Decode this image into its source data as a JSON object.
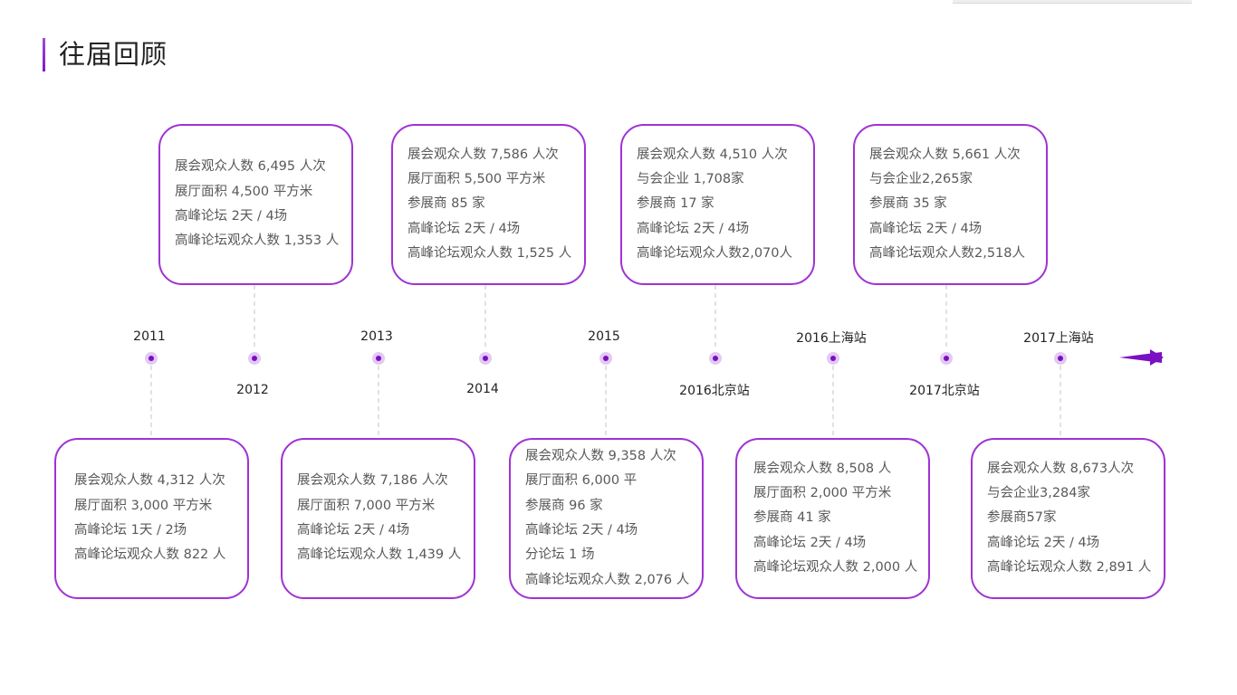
{
  "page": {
    "title": "往届回顾"
  },
  "timeline": {
    "accent": "#8a1fc8",
    "years_top": [
      "2011",
      "2013",
      "2015",
      "2016上海站",
      "2017上海站"
    ],
    "years_bottom": [
      "2012",
      "2014",
      "2016北京站",
      "2017北京站"
    ]
  },
  "cards": [
    {
      "lines": [
        "展会观众人数 4,312 人次",
        "展厅面积 3,000 平方米",
        "高峰论坛 1天 / 2场",
        "高峰论坛观众人数 822 人"
      ]
    },
    {
      "lines": [
        "展会观众人数 6,495 人次",
        "展厅面积 4,500 平方米",
        "高峰论坛 2天 / 4场",
        "高峰论坛观众人数 1,353 人"
      ]
    },
    {
      "lines": [
        "展会观众人数 7,186 人次",
        "展厅面积 7,000 平方米",
        "高峰论坛 2天 / 4场",
        "高峰论坛观众人数 1,439 人"
      ]
    },
    {
      "lines": [
        "展会观众人数 7,586 人次",
        "展厅面积 5,500 平方米",
        "参展商 85 家",
        "高峰论坛 2天 / 4场",
        "高峰论坛观众人数 1,525 人"
      ]
    },
    {
      "lines": [
        "展会观众人数 9,358 人次",
        "展厅面积 6,000 平",
        "参展商 96 家",
        "高峰论坛 2天 / 4场",
        "分论坛 1 场",
        "高峰论坛观众人数 2,076 人"
      ]
    },
    {
      "lines": [
        "展会观众人数 4,510 人次",
        "与会企业 1,708家",
        "参展商 17 家",
        "高峰论坛 2天 / 4场",
        "高峰论坛观众人数2,070人"
      ]
    },
    {
      "lines": [
        "展会观众人数 8,508 人",
        "展厅面积 2,000 平方米",
        "参展商 41 家",
        "高峰论坛 2天 / 4场",
        "高峰论坛观众人数 2,000 人"
      ]
    },
    {
      "lines": [
        "展会观众人数 5,661 人次",
        "与会企业2,265家",
        "参展商 35 家",
        "高峰论坛 2天 / 4场",
        "高峰论坛观众人数2,518人"
      ]
    },
    {
      "lines": [
        "展会观众人数 8,673人次",
        "与会企业3,284家",
        "参展商57家",
        "高峰论坛 2天 / 4场",
        "高峰论坛观众人数 2,891 人"
      ]
    }
  ]
}
